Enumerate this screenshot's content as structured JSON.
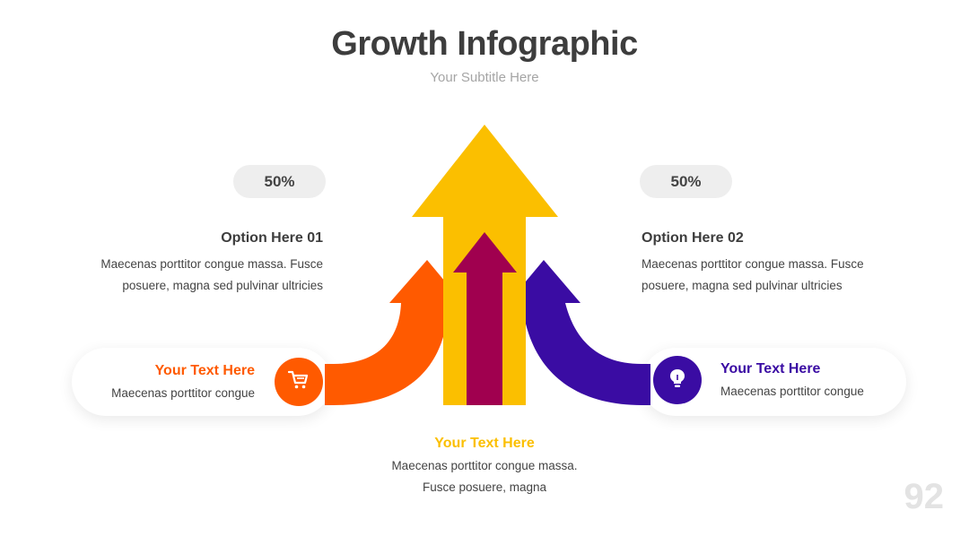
{
  "header": {
    "title": "Growth Infographic",
    "subtitle": "Your Subtitle Here"
  },
  "left_option": {
    "percent": "50%",
    "title": "Option Here 01",
    "body_line1": "Maecenas porttitor congue massa. Fusce",
    "body_line2": "posuere, magna sed pulvinar ultricies"
  },
  "right_option": {
    "percent": "50%",
    "title": "Option Here 02",
    "body_line1": "Maecenas porttitor congue massa. Fusce",
    "body_line2": "posuere, magna sed pulvinar ultricies"
  },
  "left_card": {
    "title": "Your Text Here",
    "body": "Maecenas porttitor congue",
    "icon": "shopping-cart-icon",
    "color": "#ff5a00"
  },
  "right_card": {
    "title": "Your Text Here",
    "body": "Maecenas porttitor congue",
    "icon": "lightbulb-icon",
    "color": "#3a0ca3"
  },
  "center": {
    "title": "Your Text Here",
    "body_line1": "Maecenas porttitor congue massa.",
    "body_line2": "Fusce posuere, magna",
    "color": "#fbbf00"
  },
  "colors": {
    "yellow_arrow": "#fbbf00",
    "magenta_arrow": "#a0004f",
    "orange_arrow": "#ff5a00",
    "purple_arrow": "#3a0ca3"
  },
  "page_number": "92"
}
